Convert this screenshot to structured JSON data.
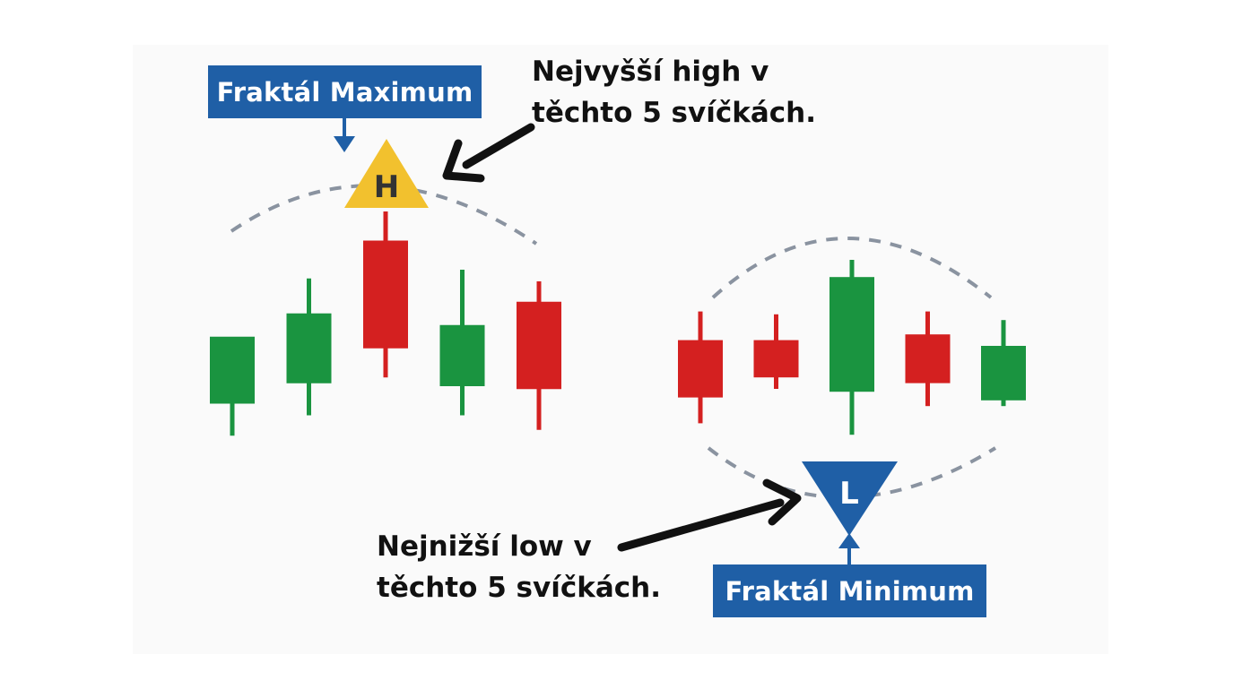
{
  "labels": {
    "fractal_max": "Fraktál Maximum",
    "fractal_min": "Fraktál Minimum",
    "high_marker": "H",
    "low_marker": "L"
  },
  "annotations": {
    "high_note": [
      "Nejvyšší high v",
      "těchto 5 svíčkách."
    ],
    "low_note": [
      "Nejnižší low v",
      "těchto 5 svíčkách."
    ]
  },
  "colors": {
    "bull": "#1a9440",
    "bear": "#d42020",
    "label_bg": "#1f5fa6",
    "high_marker": "#f2c12e",
    "low_marker": "#1f5fa6",
    "dashed_arc": "#8a93a0",
    "arrow": "#111111"
  },
  "groups": [
    {
      "name": "fractal-high",
      "candles": [
        {
          "color": "bull",
          "high": 5.0,
          "open": 4.3,
          "close": 6.6,
          "low": 7.7
        },
        {
          "color": "bull",
          "high": 2.3,
          "open": 3.5,
          "close": 5.9,
          "low": 7.0
        },
        {
          "color": "bear",
          "high": 0.0,
          "open": 1.0,
          "close": 4.7,
          "low": 5.7
        },
        {
          "color": "bull",
          "high": 2.0,
          "open": 3.9,
          "close": 6.0,
          "low": 7.0
        },
        {
          "color": "bear",
          "high": 2.4,
          "open": 3.1,
          "close": 6.1,
          "low": 7.5
        }
      ]
    },
    {
      "name": "fractal-low",
      "candles": [
        {
          "color": "bear",
          "high": 3.3,
          "open": 4.3,
          "close": 6.3,
          "low": 7.2
        },
        {
          "color": "bear",
          "high": 3.4,
          "open": 4.3,
          "close": 5.6,
          "low": 6.0
        },
        {
          "color": "bull",
          "high": 1.5,
          "open": 2.1,
          "close": 6.1,
          "low": 7.6
        },
        {
          "color": "bear",
          "high": 3.3,
          "open": 4.1,
          "close": 5.8,
          "low": 6.6
        },
        {
          "color": "bull",
          "high": 3.6,
          "open": 4.5,
          "close": 6.4,
          "low": 6.6
        }
      ]
    }
  ]
}
